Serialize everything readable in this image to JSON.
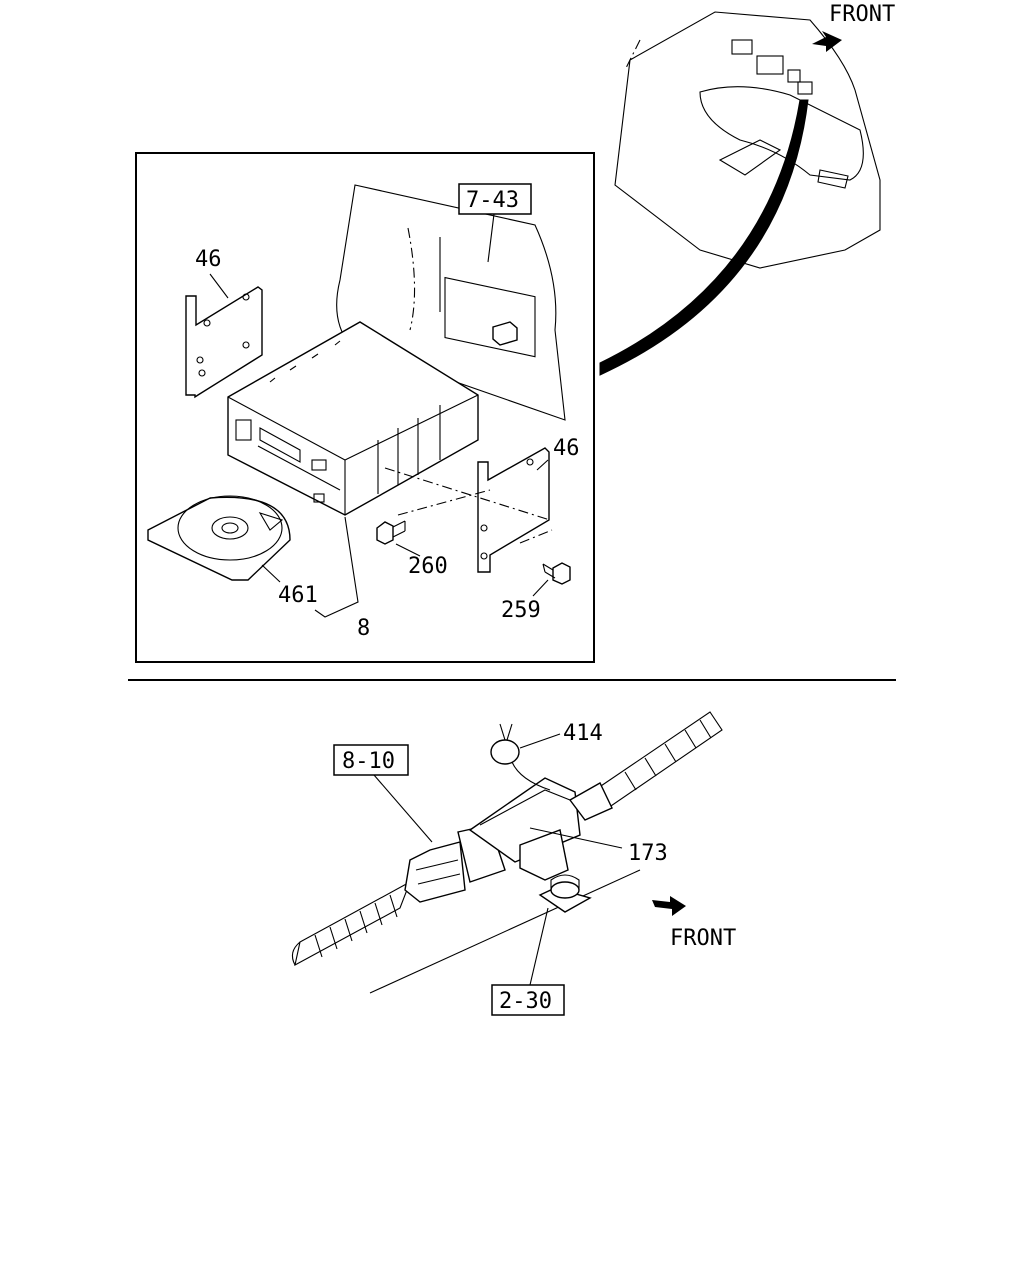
{
  "labels": {
    "front_top": "FRONT",
    "front_bottom": "FRONT",
    "ref_7_43": "7-43",
    "bracket_left": "46",
    "bracket_right": "46",
    "bolt_260": "260",
    "bolt_259": "259",
    "disc_461": "461",
    "unit_8": "8",
    "ref_8_10": "8-10",
    "clip_414": "414",
    "clamp_173": "173",
    "ref_2_30": "2-30"
  }
}
